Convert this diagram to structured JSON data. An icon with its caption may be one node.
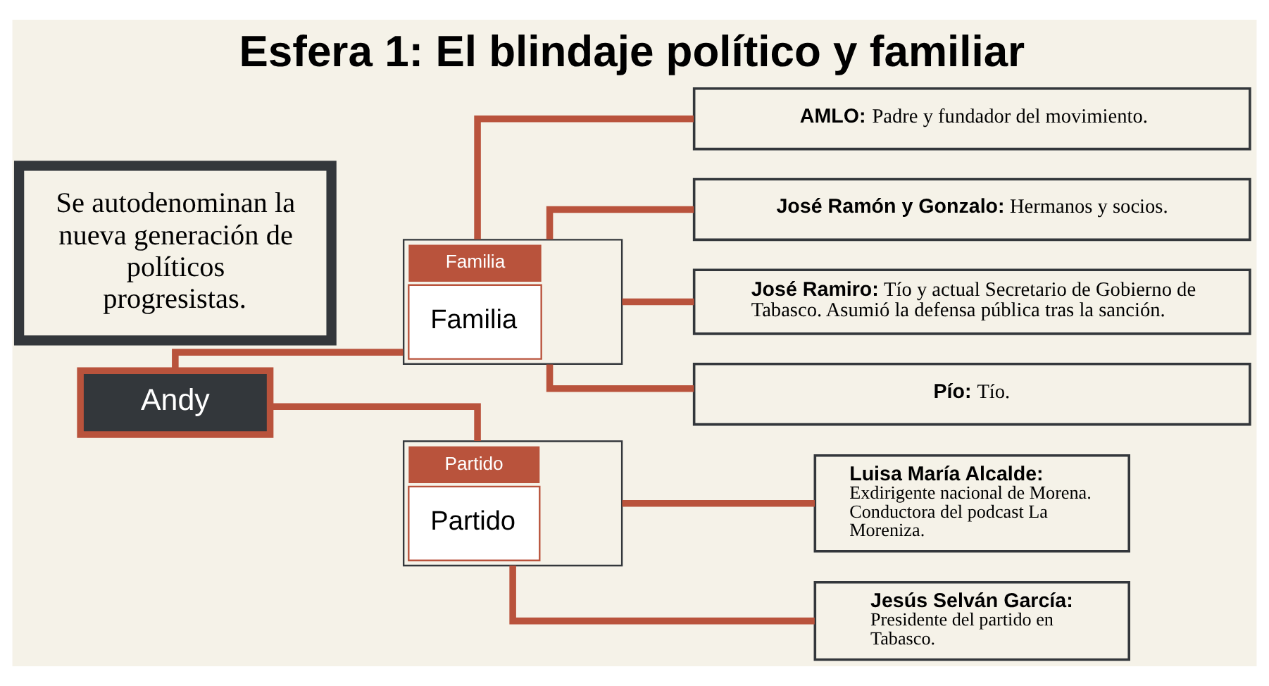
{
  "diagram": {
    "title": "Esfera 1: El blindaje político y familiar",
    "nodes": [
      {
        "text": [
          "Andy"
        ]
      },
      {
        "text": [
          "Familia",
          "Familia"
        ]
      },
      {
        "text": [
          "**AMLO:** Padre y fundador del movimiento."
        ]
      },
      {
        "text": [
          "**José Ramón y Gonzalo:** Hermanos y socios."
        ]
      },
      {
        "text": [
          "**José Ramiro:** Tío y actual Secretario de Gobierno de Tabasco. Asumió la defensa pública tras la sanción."
        ]
      },
      {
        "text": [
          "**Pío:** Tío."
        ]
      },
      {
        "text": [
          "Partido",
          "Partido"
        ]
      },
      {
        "text": [
          "Luisa María Alcalde:",
          "Exdirigente nacional de Morena. Conductora del podcast La Moreniza."
        ]
      },
      {
        "text": [
          "Jesús Selván García:",
          "Presidente del partido en Tabasco."
        ]
      },
      {
        "text": [
          "Se autodenominan la nueva generación de políticos progresistas."
        ]
      }
    ],
    "edges": [
      {
        "from": 0,
        "to": 1,
        "arrow": "none"
      },
      {
        "from": 0,
        "to": 6,
        "arrow": "none"
      },
      {
        "from": 1,
        "to": 2,
        "arrow": "none"
      },
      {
        "from": 1,
        "to": 3,
        "arrow": "none"
      },
      {
        "from": 1,
        "to": 4,
        "arrow": "none"
      },
      {
        "from": 1,
        "to": 5,
        "arrow": "none"
      },
      {
        "from": 6,
        "to": 7,
        "arrow": "none"
      },
      {
        "from": 6,
        "to": 8,
        "arrow": "none"
      }
    ]
  }
}
